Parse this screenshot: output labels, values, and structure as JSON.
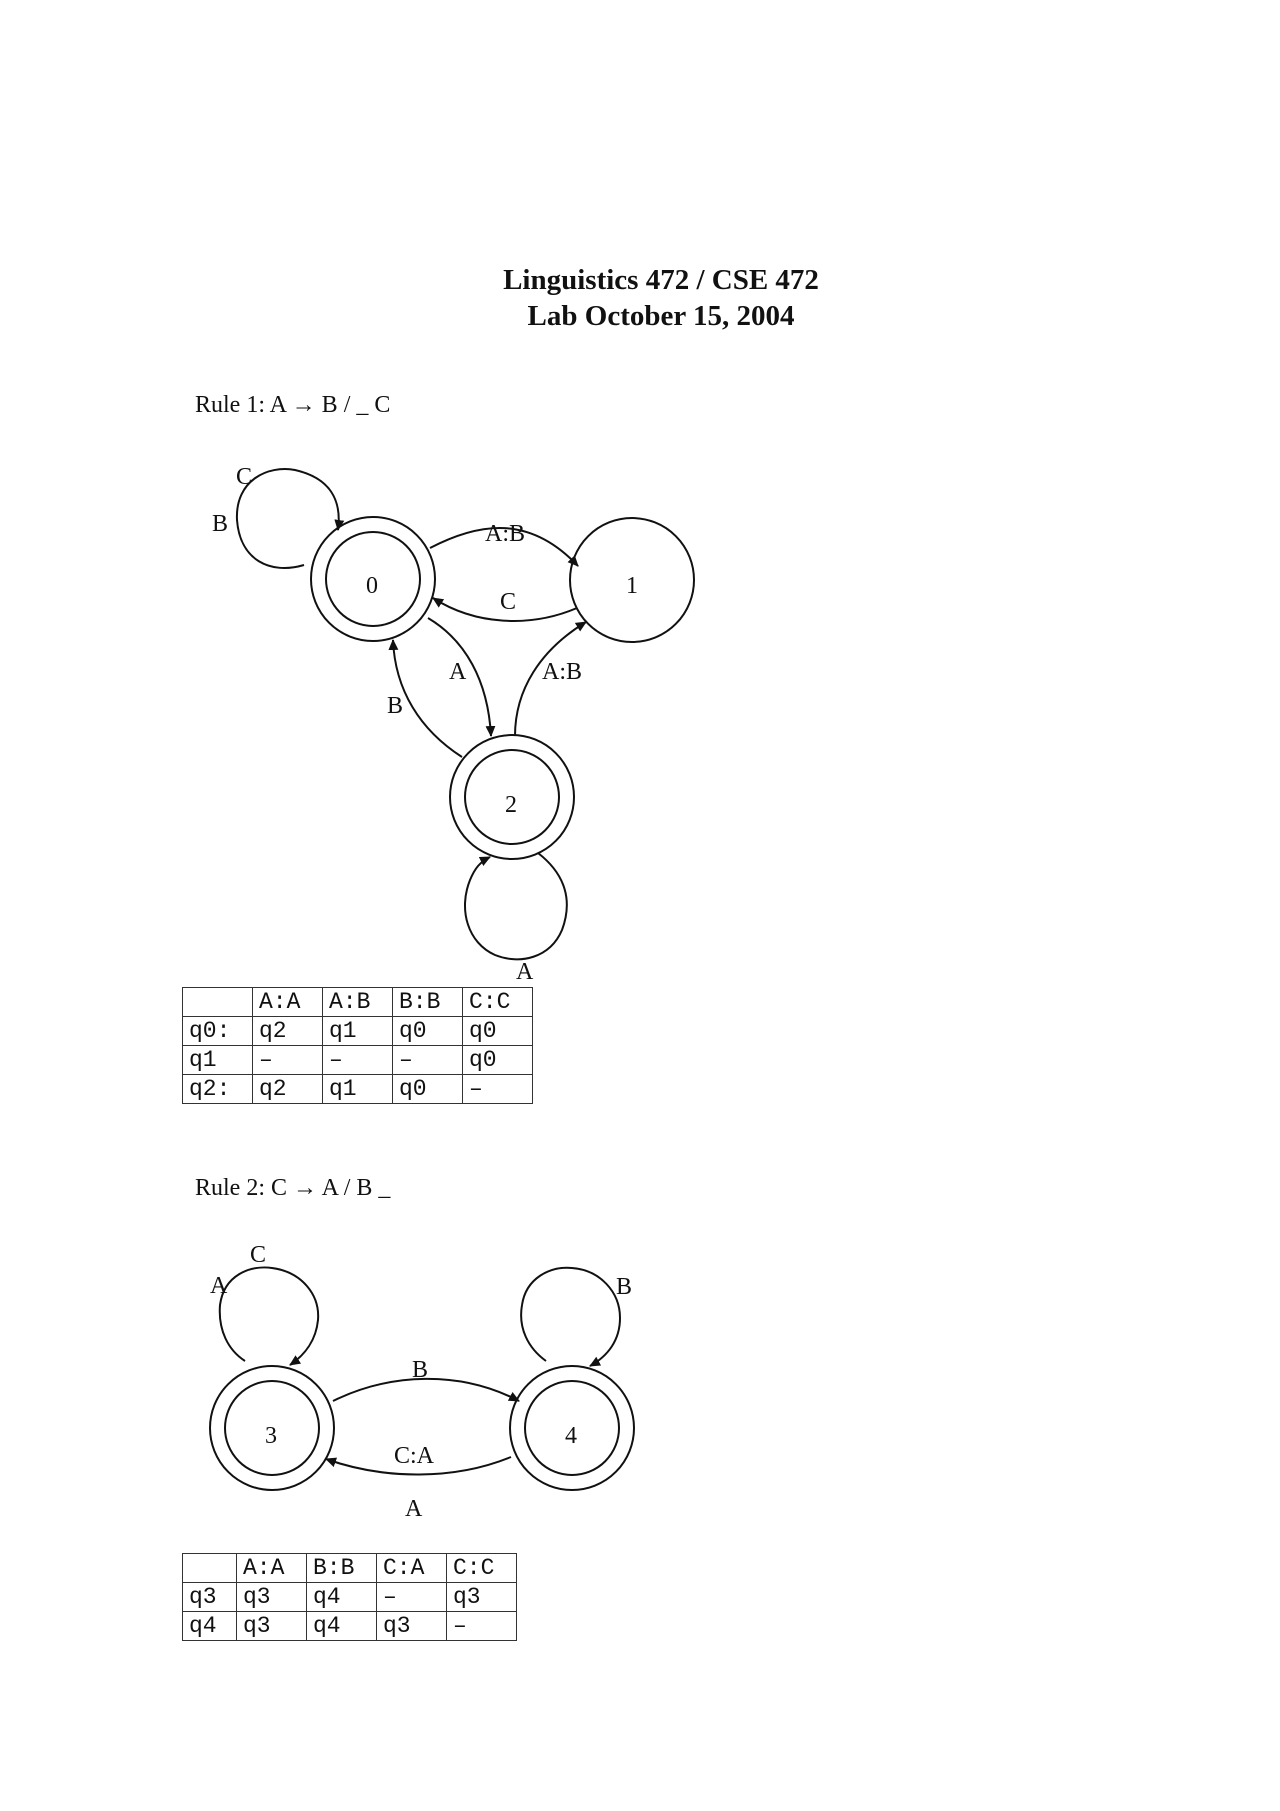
{
  "header": {
    "title_line1": "Linguistics 472 / CSE 472",
    "title_line2": "Lab October 15, 2004"
  },
  "rule1": {
    "label": "Rule 1: A → B / _ C",
    "states": [
      {
        "id": "0",
        "final": true
      },
      {
        "id": "1",
        "final": false
      },
      {
        "id": "2",
        "final": true
      }
    ],
    "edges": {
      "self0_top": "C",
      "self0_left": "B",
      "e0_1": "A:B",
      "e1_0": "C",
      "e0_2": "A",
      "e2_0": "B",
      "e2_1": "A:B",
      "self2": "A"
    },
    "table": {
      "headers": [
        "",
        "A:A",
        "A:B",
        "B:B",
        "C:C"
      ],
      "rows": [
        [
          "q0:",
          "q2",
          "q1",
          "q0",
          "q0"
        ],
        [
          "q1",
          "–",
          "–",
          "–",
          "q0"
        ],
        [
          "q2:",
          "q2",
          "q1",
          "q0",
          "–"
        ]
      ]
    }
  },
  "rule2": {
    "label": "Rule 2: C → A / B _",
    "states": [
      {
        "id": "3",
        "final": true
      },
      {
        "id": "4",
        "final": true
      }
    ],
    "edges": {
      "self3_top": "C",
      "self3_left": "A",
      "e3_4": "B",
      "e4_3": "C:A",
      "e4_3_below": "A",
      "self4": "B"
    },
    "table": {
      "headers": [
        "",
        "A:A",
        "B:B",
        "C:A",
        "C:C"
      ],
      "rows": [
        [
          "q3",
          "q3",
          "q4",
          "–",
          "q3"
        ],
        [
          "q4",
          "q3",
          "q4",
          "q3",
          "–"
        ]
      ]
    }
  }
}
